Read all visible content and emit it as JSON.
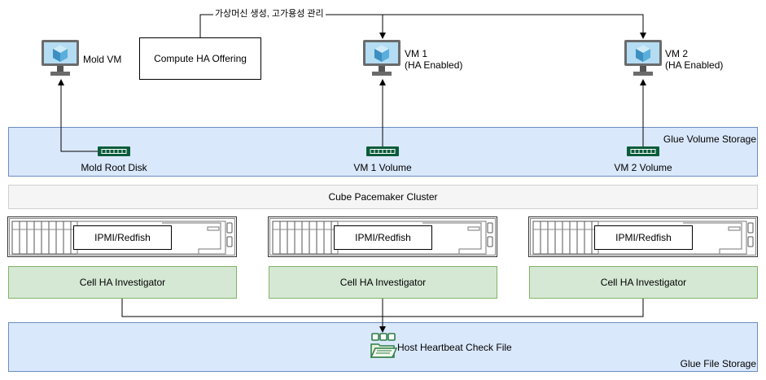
{
  "top_label": "가상머신 생성, 고가용성 관리",
  "offering": {
    "label": "Compute HA Offering"
  },
  "vms": [
    {
      "name": "Mold VM",
      "sub": ""
    },
    {
      "name": "VM 1",
      "sub": "(HA Enabled)"
    },
    {
      "name": "VM 2",
      "sub": "(HA Enabled)"
    }
  ],
  "volume_storage": {
    "title": "Glue Volume Storage",
    "disks": [
      "Mold Root Disk",
      "VM 1 Volume",
      "VM 2 Volume"
    ]
  },
  "cluster": {
    "label": "Cube Pacemaker Cluster"
  },
  "hosts": [
    {
      "ipmi": "IPMI/Redfish",
      "investigator": "Cell HA Investigator"
    },
    {
      "ipmi": "IPMI/Redfish",
      "investigator": "Cell HA Investigator"
    },
    {
      "ipmi": "IPMI/Redfish",
      "investigator": "Cell HA Investigator"
    }
  ],
  "file_storage": {
    "title": "Glue File Storage",
    "heartbeat": "Host Heartbeat Check File"
  },
  "colors": {
    "storage_fill": "#dae8fc",
    "storage_stroke": "#6c8ebf",
    "investigator_fill": "#d5e8d4",
    "investigator_stroke": "#82b366",
    "nic": "#0a5c3a",
    "vm_monitor": "#6b6b6b",
    "vm_cube": "#5aaedc"
  }
}
